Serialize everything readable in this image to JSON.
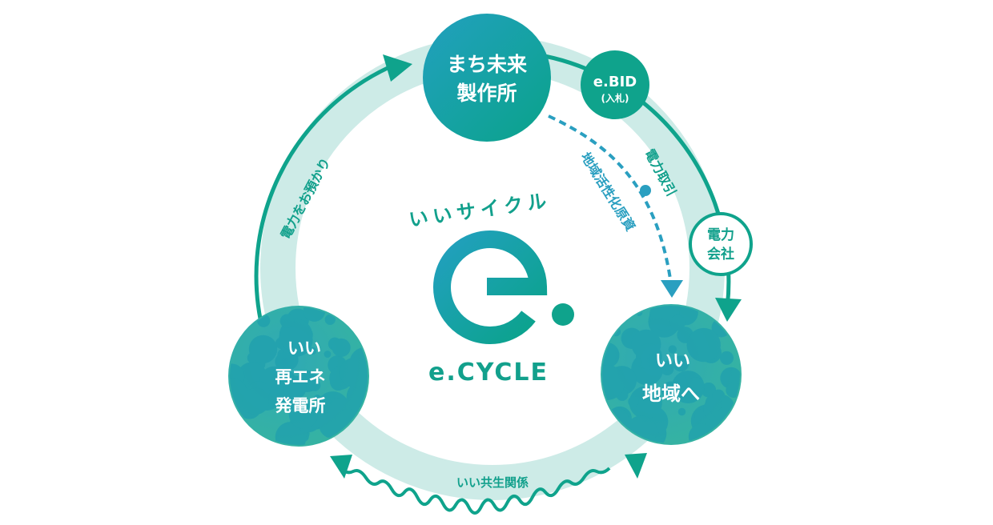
{
  "colors": {
    "teal": "#0fa38c",
    "pale": "#cdebe7",
    "blue": "#2a9fc0",
    "bubble": "#3bb5ad"
  },
  "nodes": {
    "top": {
      "line1": "まち未来",
      "line2": "製作所"
    },
    "bid": {
      "line1": "e.BID",
      "line2": "(入札)"
    },
    "power_company": {
      "line1": "電力",
      "line2": "会社"
    },
    "left": {
      "line1": "いい",
      "line2": "再エネ",
      "line3": "発電所"
    },
    "right": {
      "line1": "いい",
      "line2": "地域へ"
    }
  },
  "labels": {
    "left_arc": "電力をお預かり",
    "right_arc": "電力取引",
    "dashed": "地域活性化原資",
    "bottom": "いい共生関係"
  },
  "center": {
    "tagline": "いいサイクル",
    "logo_text": "e.CYCLE"
  }
}
